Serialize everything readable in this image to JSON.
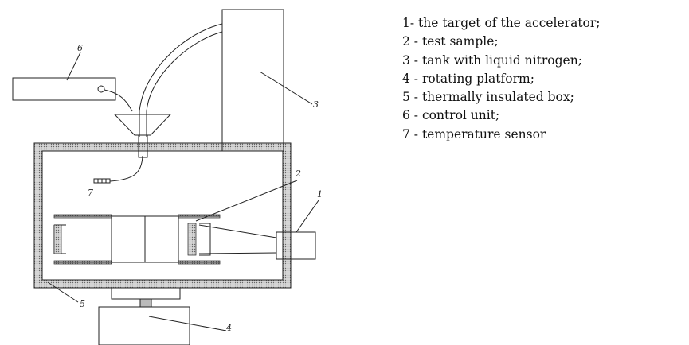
{
  "labels": [
    "1",
    "2",
    "3",
    "4",
    "5",
    "6",
    "7"
  ],
  "legend": [
    "1-  the target of the accelerator;",
    "2 - test sample;",
    "3 - tank with liquid nitrogen;",
    "4 - rotating platform;",
    "5 - thermally insulated box;",
    "6 - control unit;",
    "7 - temperature sensor"
  ]
}
